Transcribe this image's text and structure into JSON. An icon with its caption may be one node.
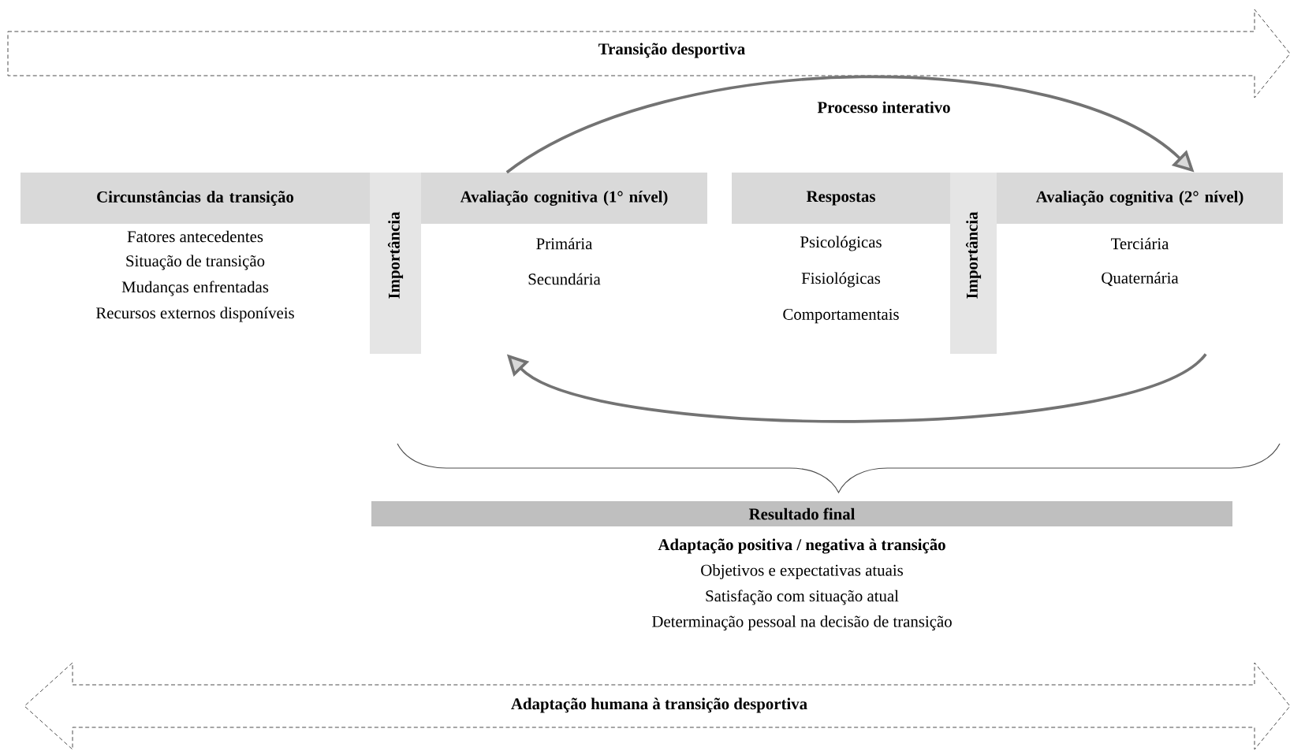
{
  "diagram": {
    "nodes": [
      {
        "text": [
          "Transição desportiva"
        ]
      },
      {
        "text": [
          "Circunstâncias da transição",
          "Fatores antecedentes",
          "Situação de transição",
          "Mudanças enfrentadas",
          "Recursos externos disponíveis"
        ]
      },
      {
        "text": [
          "Importância"
        ]
      },
      {
        "text": [
          "Avaliação cognitiva (1° nível)",
          "Primária",
          "Secundária"
        ]
      },
      {
        "text": [
          "Respostas",
          "Psicológicas",
          "Fisiológicas",
          "Comportamentais"
        ]
      },
      {
        "text": [
          "Importância"
        ]
      },
      {
        "text": [
          "Avaliação cognitiva (2° nível)",
          "Terciária",
          "Quaternária"
        ]
      },
      {
        "text": [
          "Resultado final",
          "Adaptação positiva / negativa à transição",
          "Objetivos e expectativas atuais",
          "Satisfação com situação atual",
          "Determinação pessoal na decisão de transição"
        ]
      },
      {
        "text": [
          "Adaptação humana à transição desportiva"
        ]
      }
    ],
    "edges": [
      {
        "from": 3,
        "to": 6,
        "arrow": "to",
        "label": "Processo interativo"
      },
      {
        "from": 6,
        "to": 3,
        "arrow": "to"
      }
    ]
  }
}
